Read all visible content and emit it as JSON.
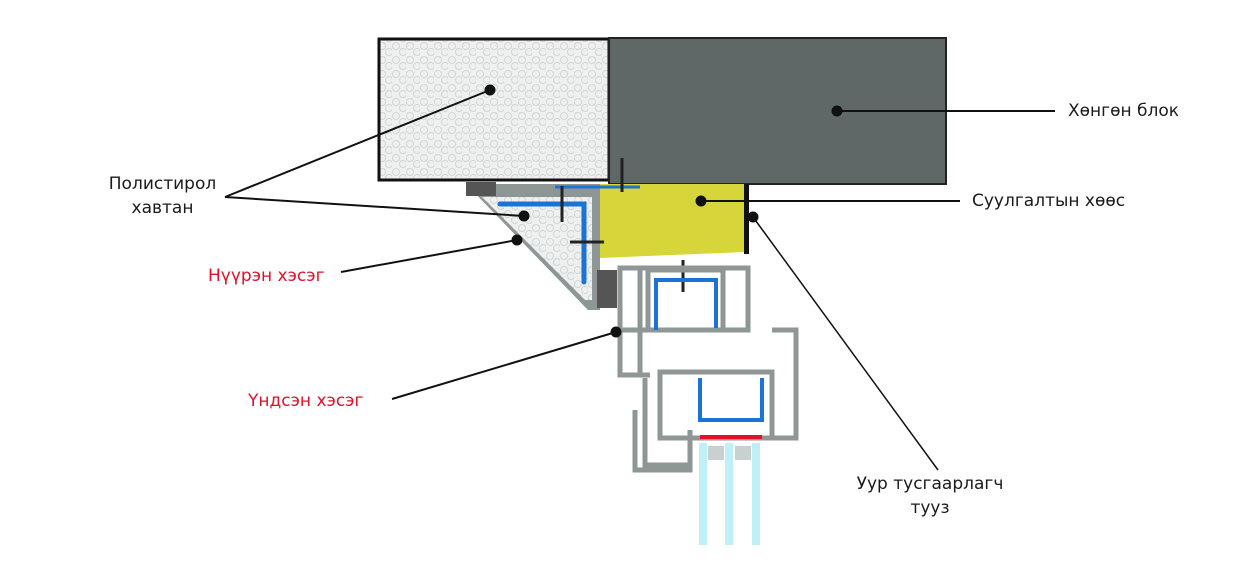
{
  "labels": {
    "light_block": "Хөнгөн блок",
    "polystyrene_line1": "Полистирол",
    "polystyrene_line2": "хавтан",
    "mounting_foam": "Суулгалтын хөөс",
    "face_part": "Нүүрэн хэсэг",
    "main_part": "Үндсэн хэсэг",
    "vapor_tape_line1": "Уур тусгаарлагч",
    "vapor_tape_line2": "тууз"
  },
  "colors": {
    "block": "#5f6867",
    "polystyrene": "#eef0f0",
    "foam": "#d6d63a",
    "profile": "#8e9796",
    "reinforcement": "#1b73d6",
    "glass": "#bff0f6",
    "seal": "#e0102a",
    "highlight_label": "#e0102a"
  }
}
